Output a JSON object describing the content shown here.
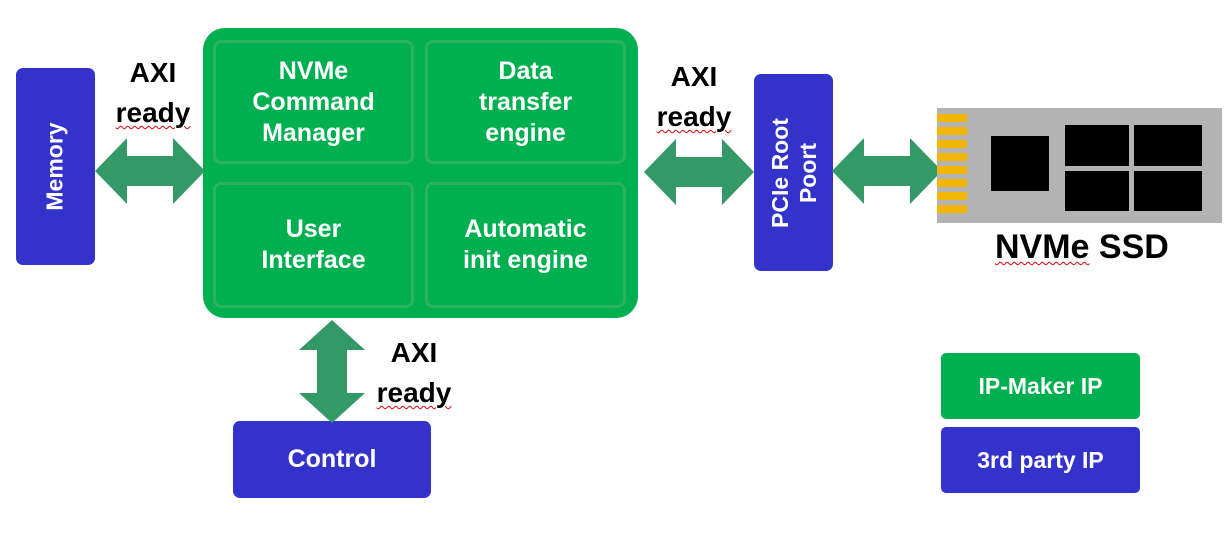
{
  "colors": {
    "green": "#00b050",
    "blue": "#3333cc",
    "arrow": "#339966",
    "ssd_board": "#b3b3b3",
    "ssd_pins": "#f2b705"
  },
  "memory": {
    "label": "Memory"
  },
  "main_block": {
    "cells": [
      {
        "label": "NVMe\nCommand\nManager"
      },
      {
        "label": "Data\ntransfer\nengine"
      },
      {
        "label": "User\nInterface"
      },
      {
        "label": "Automatic\ninit engine"
      }
    ]
  },
  "pcie": {
    "label_line1": "PCIe Root",
    "label_line2": "Poort"
  },
  "control": {
    "label": "Control"
  },
  "ssd": {
    "title_part1": "NVMe",
    "title_part2": "SSD"
  },
  "axi_labels": [
    {
      "line1": "AXI",
      "line2": "ready"
    },
    {
      "line1": "AXI",
      "line2": "ready"
    },
    {
      "line1": "AXI",
      "line2": "ready"
    }
  ],
  "legend": {
    "ip_maker": "IP-Maker IP",
    "third_party": "3rd party IP"
  },
  "icons": [
    "double-arrow-icon",
    "ssd-icon"
  ]
}
